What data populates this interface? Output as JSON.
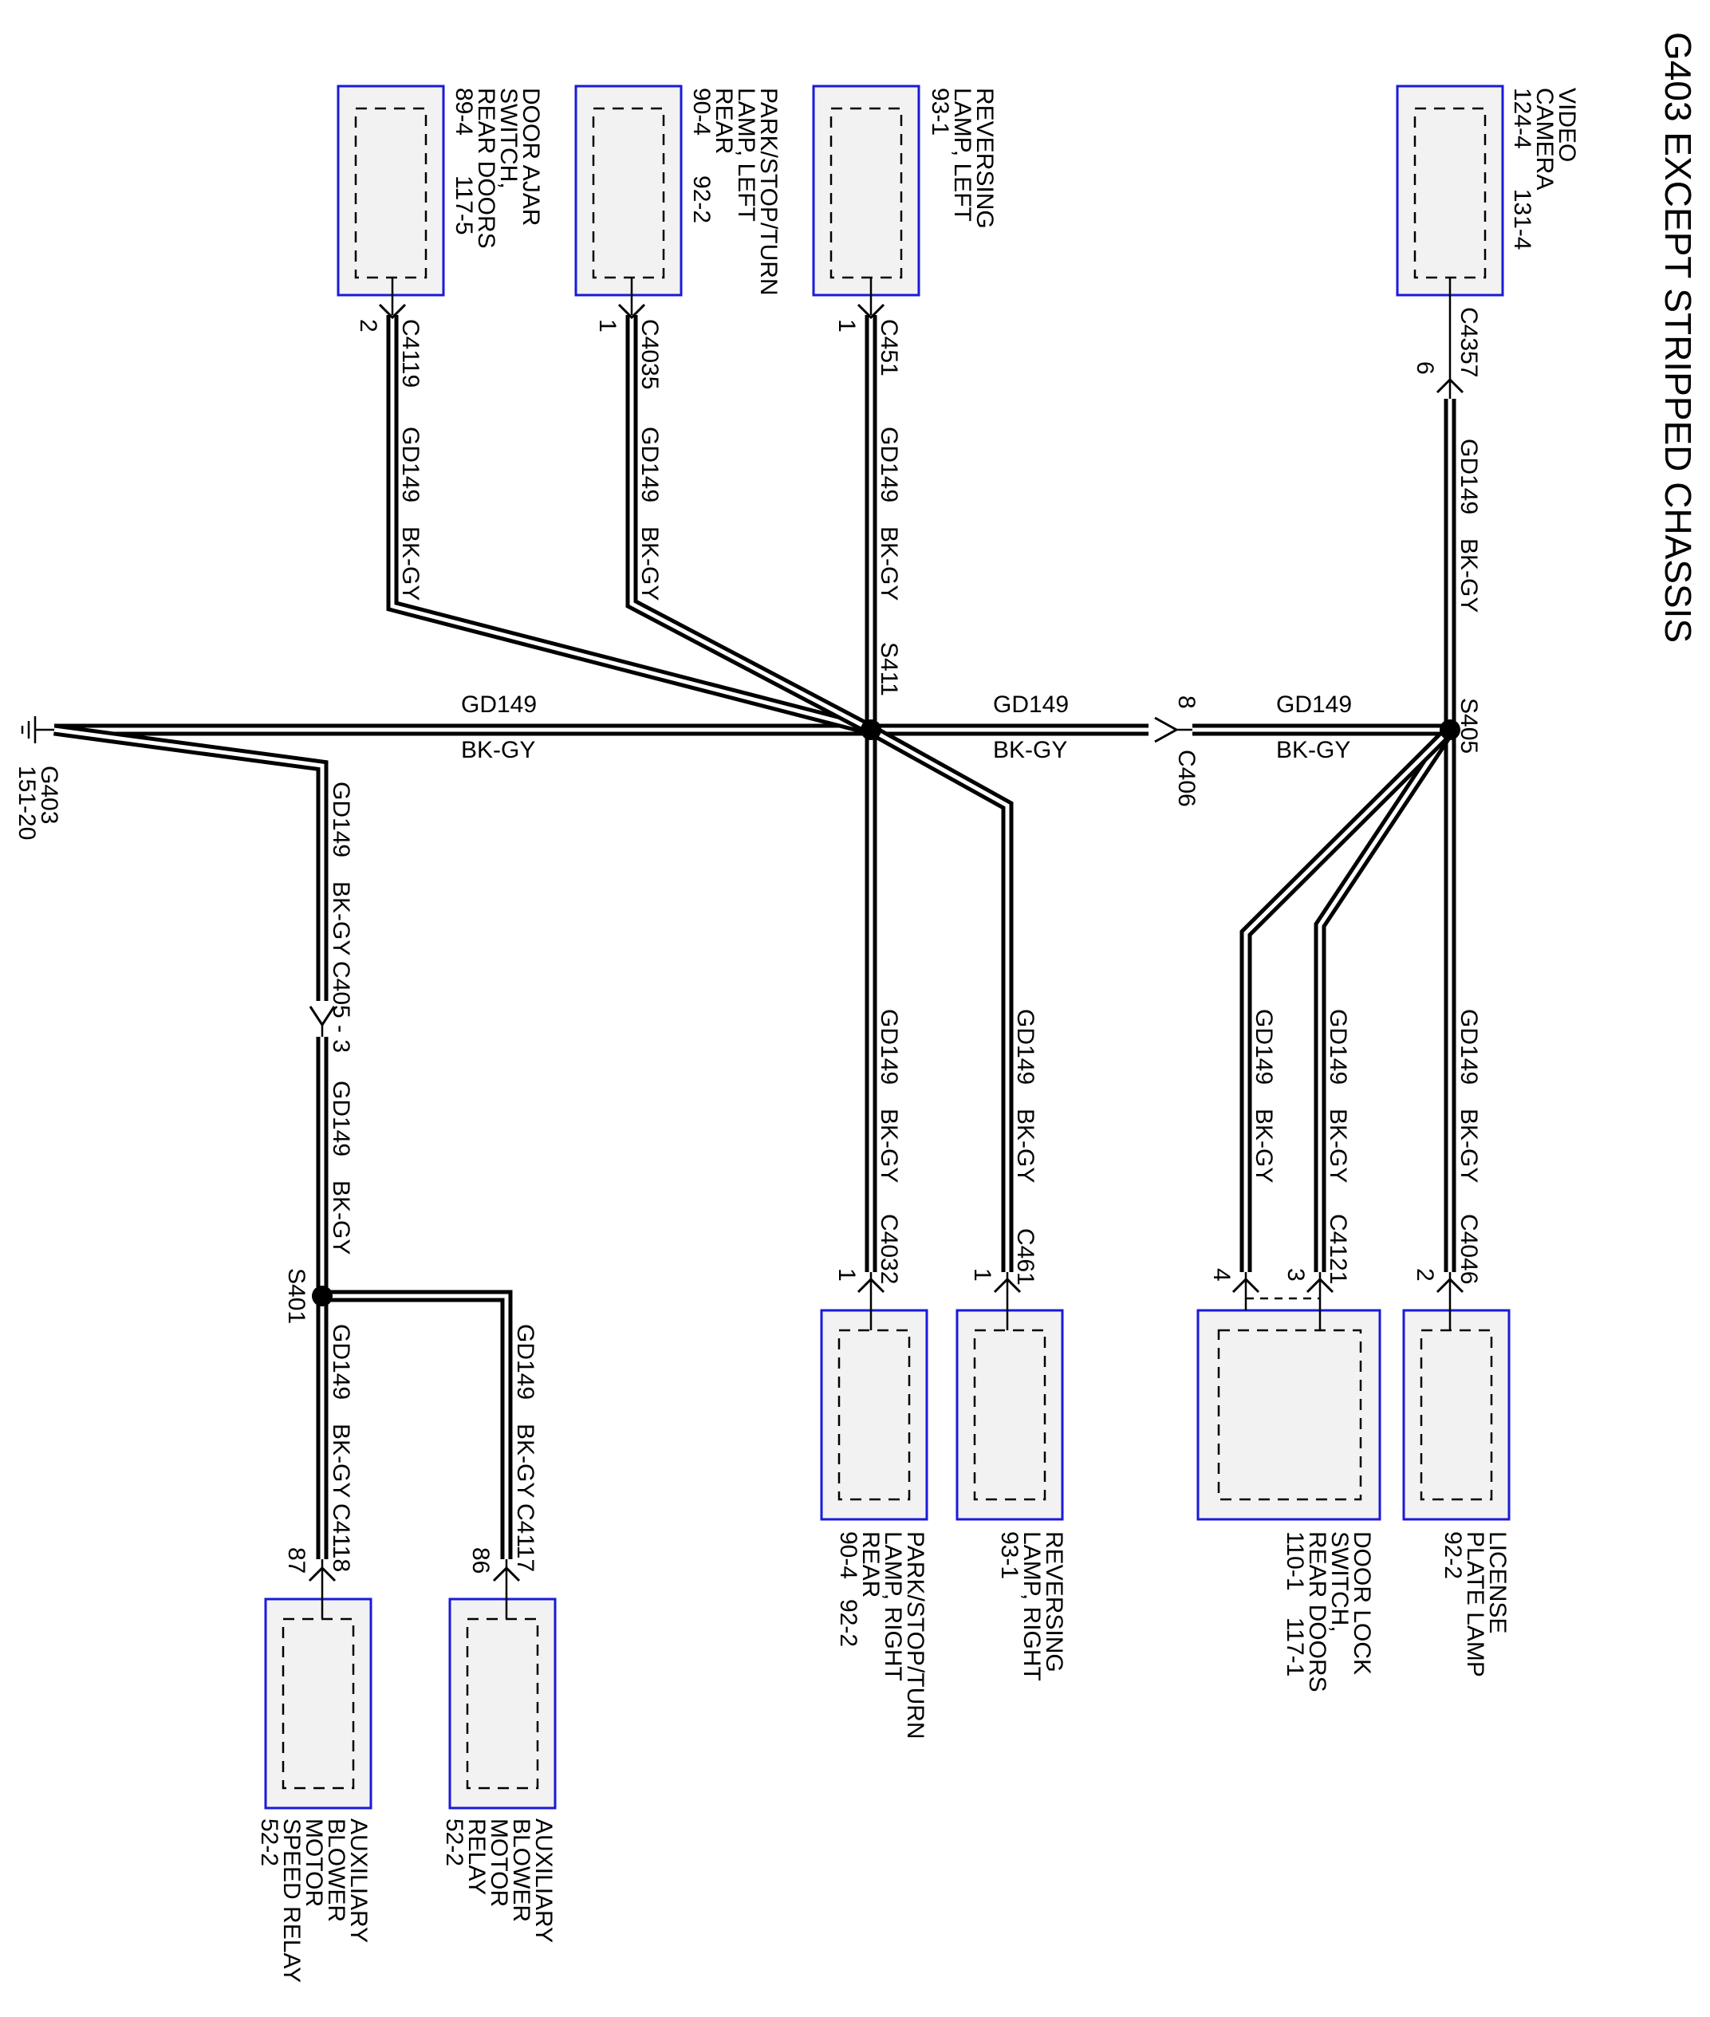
{
  "title": "G403 EXCEPT STRIPPED CHASSIS",
  "wire": {
    "circuit": "GD149",
    "color": "BK-GY"
  },
  "splices": {
    "s411": "S411",
    "s405": "S405",
    "s401": "S401"
  },
  "ground": {
    "name": "G403",
    "ref": "151-20"
  },
  "inline_connectors": {
    "c406": {
      "name": "C406",
      "pin": "8"
    },
    "c405": {
      "label": "C405 - 3"
    }
  },
  "components": {
    "video_camera": {
      "lines": [
        "VIDEO",
        "CAMERA",
        "124-4      131-4"
      ],
      "connector": "C4357",
      "pin": "6"
    },
    "door_ajar_switch": {
      "lines": [
        "DOOR AJAR",
        "SWITCH,",
        "REAR DOORS",
        "89-4      117-5"
      ],
      "connector": "C4119",
      "pin": "2"
    },
    "park_lamp_left": {
      "lines": [
        "PARK/STOP/TURN",
        "LAMP, LEFT",
        "REAR",
        "90-4      92-2"
      ],
      "connector": "C4035",
      "pin": "1"
    },
    "reversing_lamp_left": {
      "lines": [
        "REVERSING",
        "LAMP, LEFT",
        "93-1"
      ],
      "connector": "C451",
      "pin": "1"
    },
    "park_lamp_right": {
      "lines": [
        "PARK/STOP/TURN",
        "LAMP, RIGHT",
        "REAR",
        "90-4   92-2"
      ],
      "connector": "C4032",
      "pin": "1"
    },
    "reversing_lamp_right": {
      "lines": [
        "REVERSING",
        "LAMP, RIGHT",
        "93-1"
      ],
      "connector": "C461",
      "pin": "1"
    },
    "door_lock_switch": {
      "lines": [
        "DOOR LOCK",
        "SWITCH,",
        "REAR DOORS",
        "110-1    117-1"
      ],
      "connector": "C4121",
      "pins": [
        "4",
        "3"
      ]
    },
    "license_plate_lamp": {
      "lines": [
        "LICENSE",
        "PLATE LAMP",
        "92-2"
      ],
      "connector": "C4046",
      "pin": "2"
    },
    "aux_blower_speed_relay": {
      "lines": [
        "AUXILIARY",
        "BLOWER",
        "MOTOR",
        "SPEED RELAY",
        "52-2"
      ],
      "connector": "C4118",
      "pin": "87"
    },
    "aux_blower_relay": {
      "lines": [
        "AUXILIARY",
        "BLOWER",
        "MOTOR",
        "RELAY",
        "52-2"
      ],
      "connector": "C4117",
      "pin": "86"
    }
  }
}
